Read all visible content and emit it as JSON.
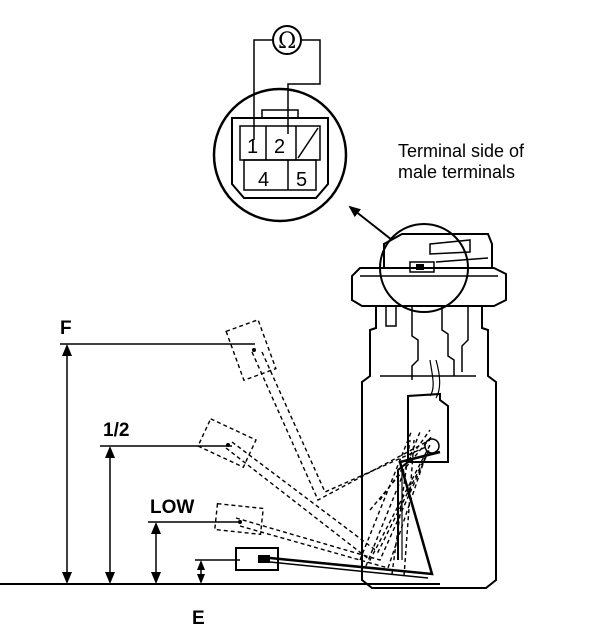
{
  "levels": {
    "full": "F",
    "half": "1/2",
    "low": "LOW",
    "empty": "E"
  },
  "connector": {
    "pins": [
      "1",
      "2",
      "4",
      "5"
    ],
    "caption_line1": "Terminal side of",
    "caption_line2": "male terminals"
  },
  "meter": {
    "symbol": "Ω"
  }
}
